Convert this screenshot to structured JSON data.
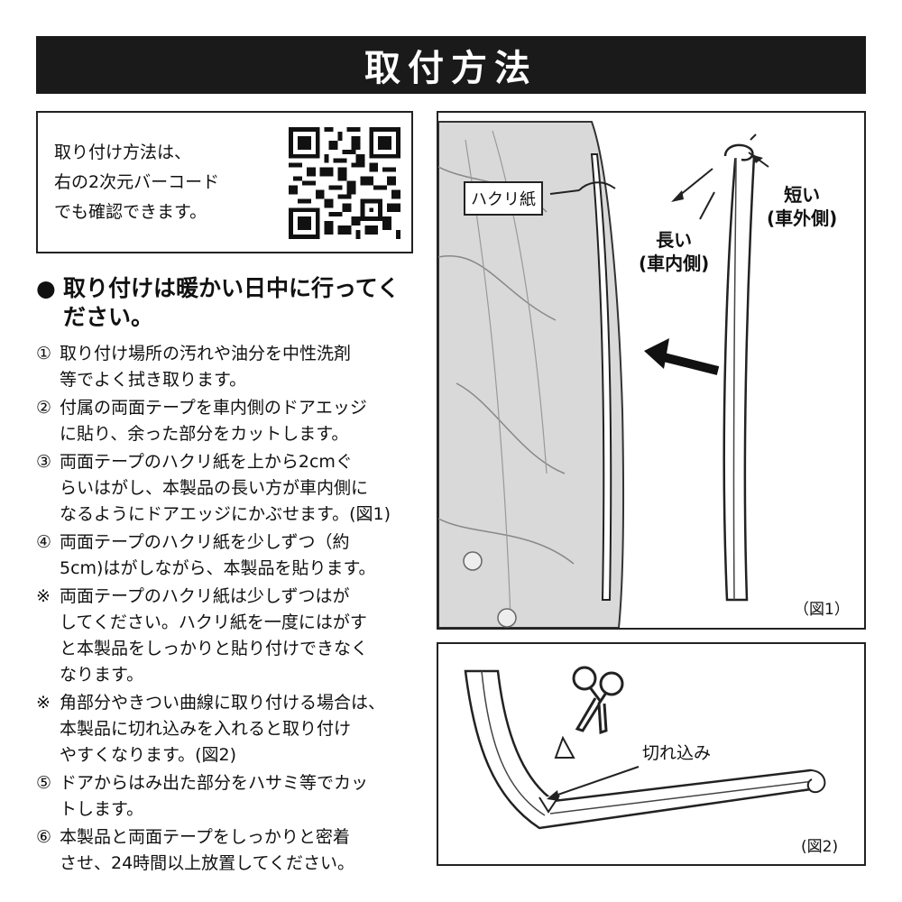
{
  "title": "取付方法",
  "qr_note": {
    "lines": [
      "取り付け方法は、",
      "右の2次元バーコード",
      "でも確認できます。"
    ],
    "qr_icon": "qr-code-icon"
  },
  "heading": {
    "bullet": "●",
    "line1": "取り付けは暖かい日中に行ってく",
    "line2": "ださい。"
  },
  "steps": [
    {
      "mark": "①",
      "lines": [
        "取り付け場所の汚れや油分を中性洗剤",
        "等でよく拭き取ります。"
      ]
    },
    {
      "mark": "②",
      "lines": [
        "付属の両面テープを車内側のドアエッジ",
        "に貼り、余った部分をカットします。"
      ]
    },
    {
      "mark": "③",
      "lines": [
        "両面テープのハクリ紙を上から2cmぐ",
        "らいはがし、本製品の長い方が車内側に",
        "なるようにドアエッジにかぶせます。(図1)"
      ]
    },
    {
      "mark": "④",
      "lines": [
        "両面テープのハクリ紙を少しずつ（約",
        "5cm)はがしながら、本製品を貼ります。"
      ]
    },
    {
      "mark": "※",
      "lines": [
        "両面テープのハクリ紙は少しずつはが",
        "してください。ハクリ紙を一度にはがす",
        "と本製品をしっかりと貼り付けできなく",
        "なります。"
      ]
    },
    {
      "mark": "※",
      "lines": [
        "角部分やきつい曲線に取り付ける場合は、",
        "本製品に切れ込みを入れると取り付け",
        "やすくなります。(図2)"
      ]
    },
    {
      "mark": "⑤",
      "lines": [
        "ドアからはみ出た部分をハサミ等でカッ",
        "トします。"
      ]
    },
    {
      "mark": "⑥",
      "lines": [
        "本製品と両面テープをしっかりと密着",
        "させ、24時間以上放置してください。"
      ]
    }
  ],
  "figure1": {
    "label_paper": "ハクリ紙",
    "label_long": [
      "長い",
      "(車内側)"
    ],
    "label_short": [
      "短い",
      "(車外側)"
    ],
    "caption": "（図1）"
  },
  "figure2": {
    "label_cut": "切れ込み",
    "caption": "(図2)",
    "icon": "scissors-icon"
  }
}
